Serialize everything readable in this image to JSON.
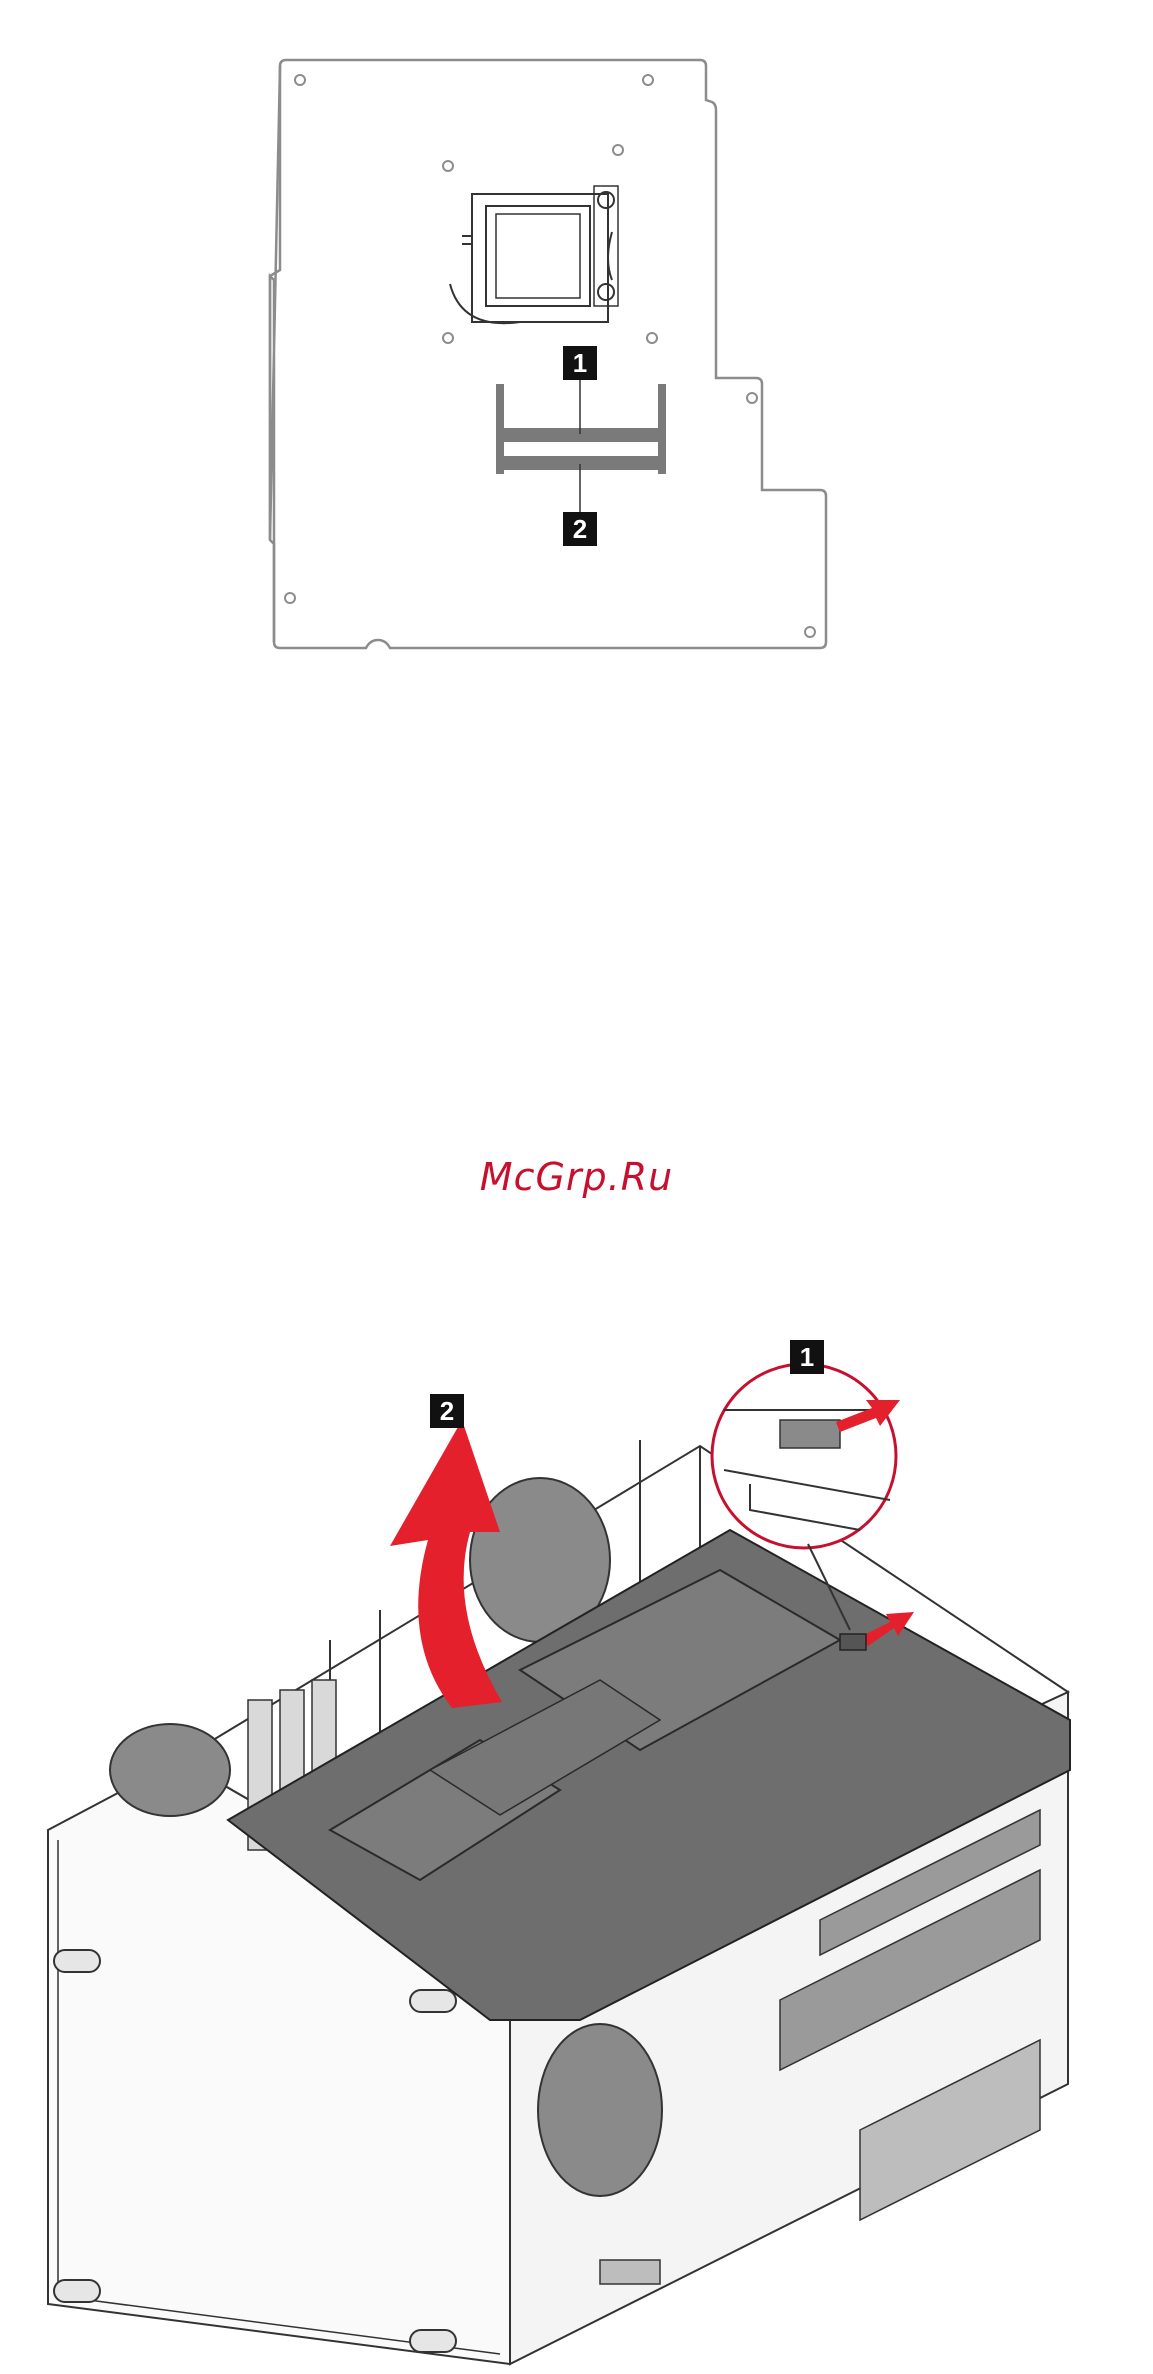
{
  "board_figure": {
    "callout_1": "1",
    "callout_2": "2"
  },
  "watermark": "McGrp.Ru",
  "chassis_figure": {
    "callout_1": "1",
    "callout_2": "2"
  },
  "colors": {
    "line": "#8c8c8c",
    "dark_line": "#333333",
    "arrow_red": "#e3202b",
    "slot_gray": "#7a7a7a",
    "cover_gray": "#6e6e6e",
    "watermark": "#c8102e"
  }
}
